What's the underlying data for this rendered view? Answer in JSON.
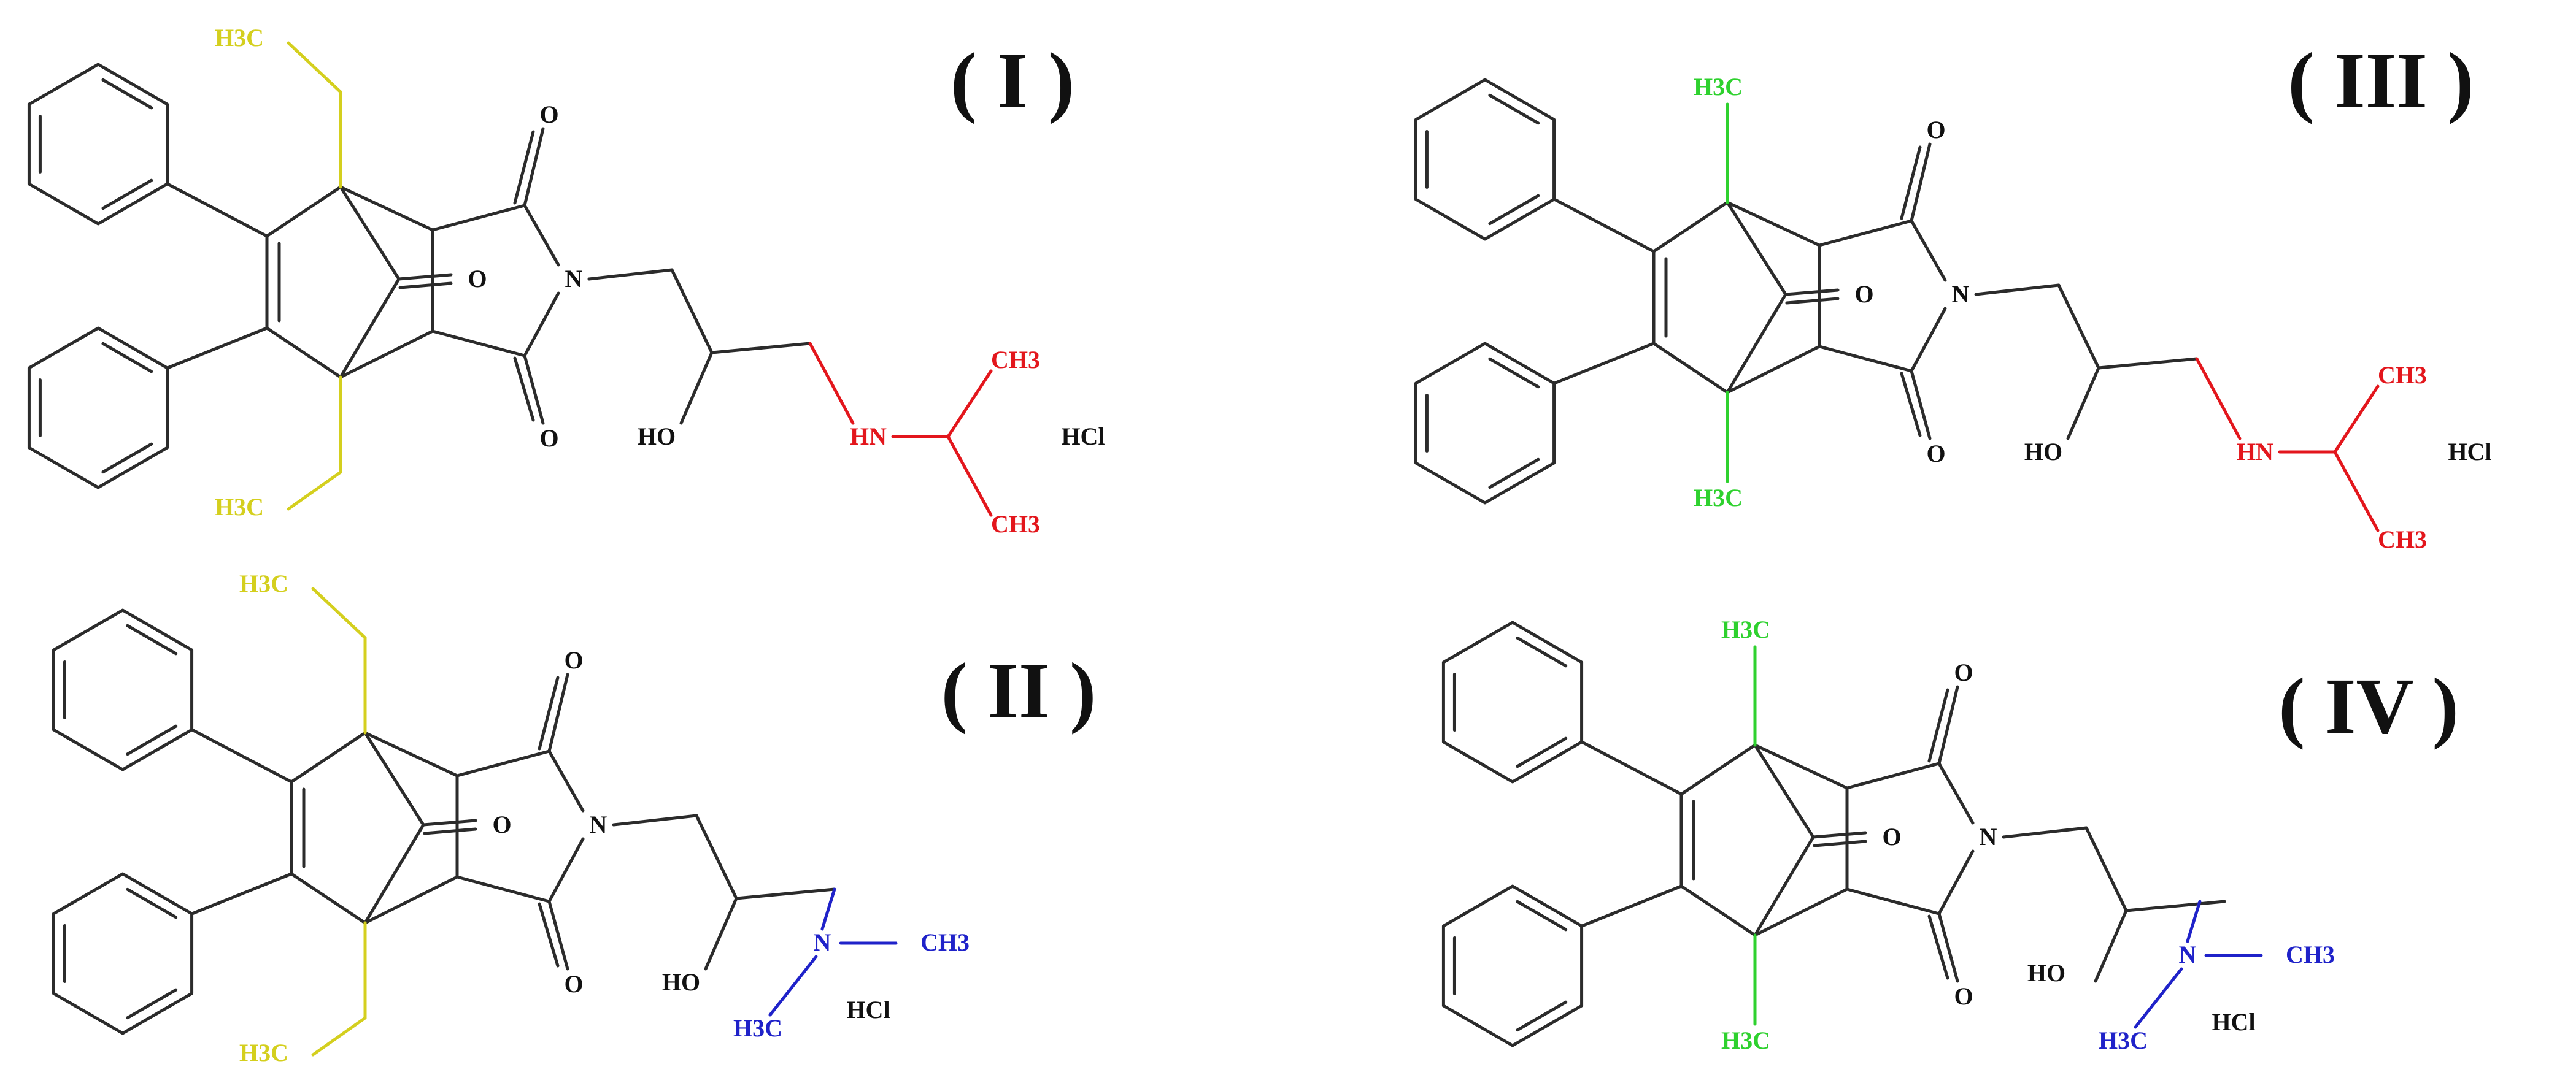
{
  "colors": {
    "bond": "#2b2b2b",
    "ethyl": "#d4cf1e",
    "methyl": "#2ed12e",
    "isopropylamine": "#e3161c",
    "dimethylamine": "#1f22c9",
    "text": "#111111"
  },
  "molecules": [
    {
      "numeral": "( I )",
      "bridgehead_substituent": "ethyl",
      "amine": "isopropylamine",
      "labels": {
        "top_sub": "H3C",
        "bottom_sub": "H3C",
        "o_top": "O",
        "o_bridge": "O",
        "o_bottom": "O",
        "n": "N",
        "ho": "HO",
        "amine_n": "HN",
        "me1": "CH3",
        "me2": "CH3",
        "salt": "HCl"
      }
    },
    {
      "numeral": "( II )",
      "bridgehead_substituent": "ethyl",
      "amine": "dimethylamine",
      "labels": {
        "top_sub": "H3C",
        "bottom_sub": "H3C",
        "o_top": "O",
        "o_bridge": "O",
        "o_bottom": "O",
        "n": "N",
        "ho": "HO",
        "amine_n": "N",
        "me1": "CH3",
        "me2": "H3C",
        "salt": "HCl"
      }
    },
    {
      "numeral": "( III )",
      "bridgehead_substituent": "methyl",
      "amine": "isopropylamine",
      "labels": {
        "top_sub": "H3C",
        "bottom_sub": "H3C",
        "o_top": "O",
        "o_bridge": "O",
        "o_bottom": "O",
        "n": "N",
        "ho": "HO",
        "amine_n": "HN",
        "me1": "CH3",
        "me2": "CH3",
        "salt": "HCl"
      }
    },
    {
      "numeral": "( IV )",
      "bridgehead_substituent": "methyl",
      "amine": "dimethylamine",
      "labels": {
        "top_sub": "H3C",
        "bottom_sub": "H3C",
        "o_top": "O",
        "o_bridge": "O",
        "o_bottom": "O",
        "n": "N",
        "ho": "HO",
        "amine_n": "N",
        "me1": "CH3",
        "me2": "H3C",
        "salt": "HCl"
      }
    }
  ]
}
